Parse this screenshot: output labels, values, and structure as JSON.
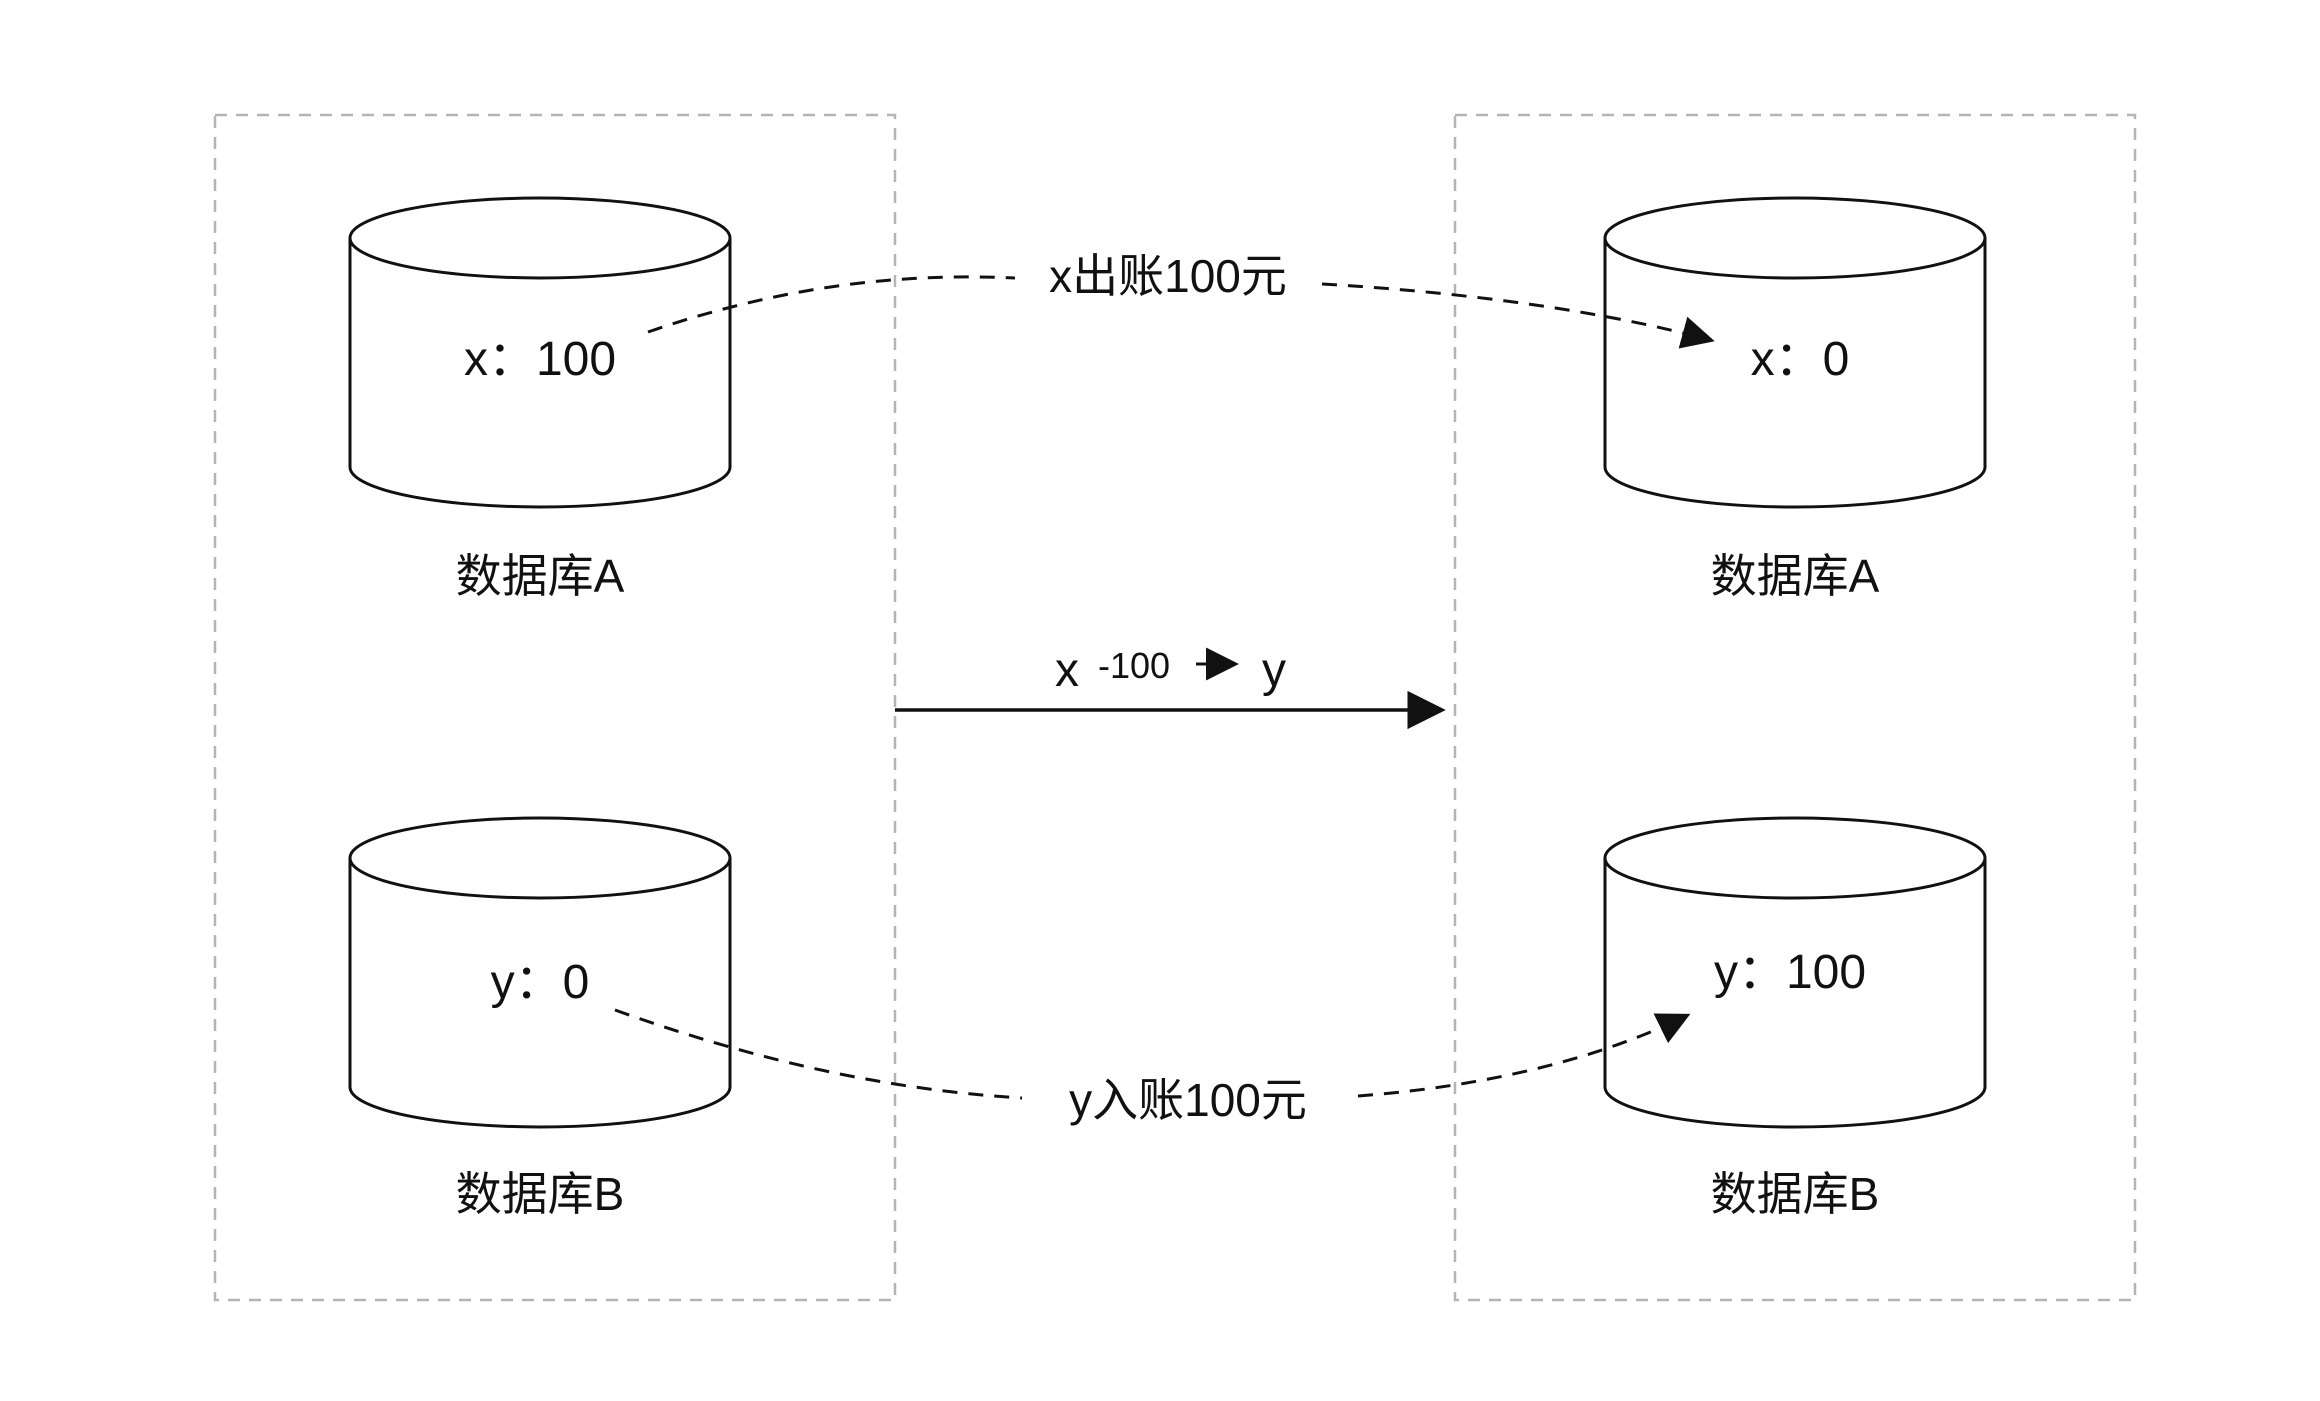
{
  "diagram": {
    "before": {
      "db_a": {
        "value": "x：100",
        "label": "数据库A"
      },
      "db_b": {
        "value": "y：0",
        "label": "数据库B"
      }
    },
    "after": {
      "db_a": {
        "value": "x：0",
        "label": "数据库A"
      },
      "db_b": {
        "value": "y：100",
        "label": "数据库B"
      }
    },
    "arrows": {
      "debit_label": "x出账100元",
      "credit_label": "y入账100元",
      "transfer_from": "x",
      "transfer_amount": "-100",
      "transfer_to": "y"
    },
    "colors": {
      "stroke": "#111111",
      "dashed_box": "#b4b4b4",
      "background": "#ffffff"
    }
  }
}
